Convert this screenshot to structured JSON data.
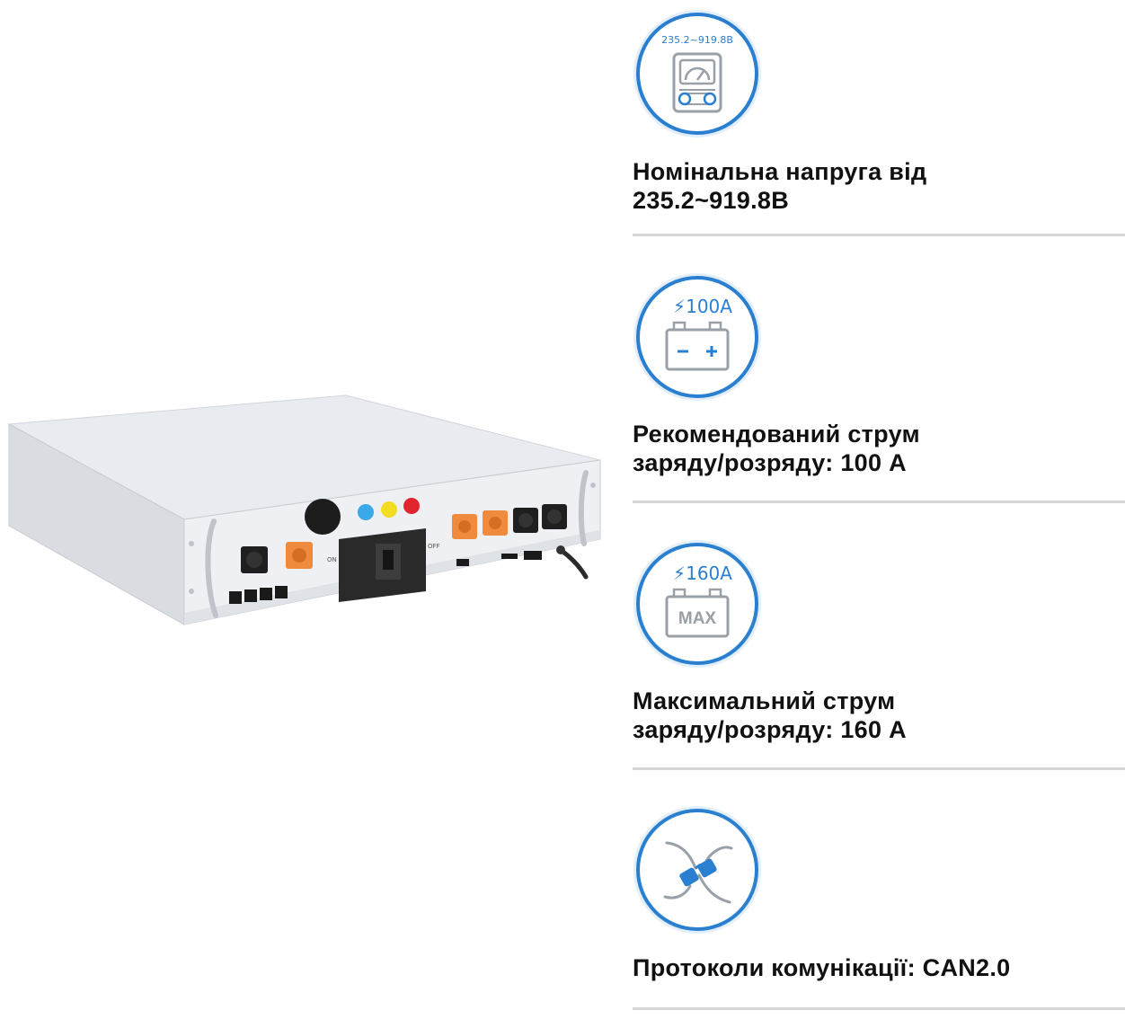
{
  "colors": {
    "accent": "#2a7fd0",
    "divider": "#d6d6d6",
    "terminal_orange": "#f08a3c",
    "button_blue": "#3ba8e8",
    "button_yellow": "#f2dc24",
    "button_red": "#e0262c"
  },
  "features": [
    {
      "icon": "voltmeter-icon",
      "badge": "235.2~919.8В",
      "line1": "Номінальна напруга від",
      "line2": "235.2~919.8В"
    },
    {
      "icon": "battery-icon",
      "badge": "100A",
      "line1": "Рекомендований струм",
      "line2": "заряду/розряду: 100 А"
    },
    {
      "icon": "battery-max-icon",
      "badge": "160A",
      "badge2": "MAX",
      "line1": "Максимальний струм",
      "line2": "заряду/розряду: 160 А"
    },
    {
      "icon": "plug-connector-icon",
      "line1": "Протоколи комунікації: CAN2.0"
    }
  ],
  "device_labels": {
    "on": "ON",
    "off": "OFF"
  }
}
